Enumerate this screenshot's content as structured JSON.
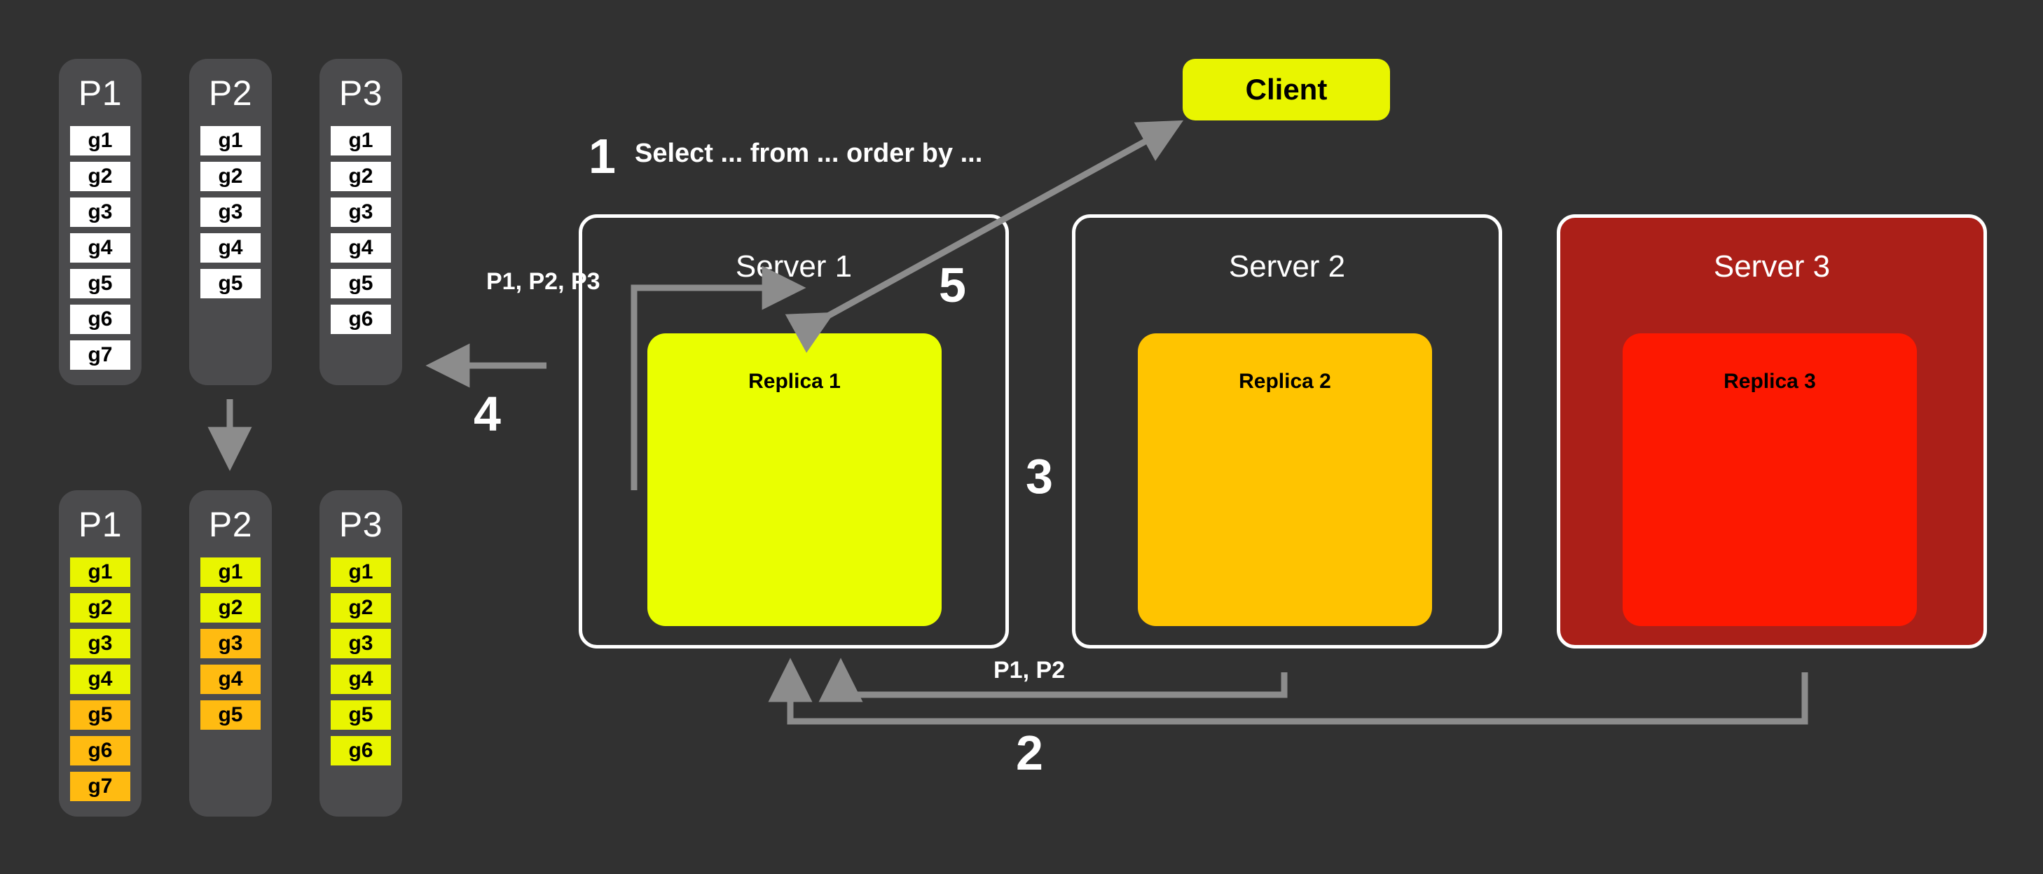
{
  "theme": {
    "background": "#313131",
    "panel": "#4b4b4d",
    "white": "#ffffff",
    "yellow": "#e9f500",
    "bright_yellow": "#eaff00",
    "orange": "#ffbb11",
    "amber": "#ffc400",
    "red": "#fd1800",
    "dark_red": "#ab1f18",
    "arrow": "#8c8c8c"
  },
  "partitions_before": [
    {
      "title": "P1",
      "cells": [
        {
          "label": "g1",
          "color": "white"
        },
        {
          "label": "g2",
          "color": "white"
        },
        {
          "label": "g3",
          "color": "white"
        },
        {
          "label": "g4",
          "color": "white"
        },
        {
          "label": "g5",
          "color": "white"
        },
        {
          "label": "g6",
          "color": "white"
        },
        {
          "label": "g7",
          "color": "white"
        }
      ]
    },
    {
      "title": "P2",
      "cells": [
        {
          "label": "g1",
          "color": "white"
        },
        {
          "label": "g2",
          "color": "white"
        },
        {
          "label": "g3",
          "color": "white"
        },
        {
          "label": "g4",
          "color": "white"
        },
        {
          "label": "g5",
          "color": "white"
        }
      ]
    },
    {
      "title": "P3",
      "cells": [
        {
          "label": "g1",
          "color": "white"
        },
        {
          "label": "g2",
          "color": "white"
        },
        {
          "label": "g3",
          "color": "white"
        },
        {
          "label": "g4",
          "color": "white"
        },
        {
          "label": "g5",
          "color": "white"
        },
        {
          "label": "g6",
          "color": "white"
        }
      ]
    }
  ],
  "partitions_after": [
    {
      "title": "P1",
      "cells": [
        {
          "label": "g1",
          "color": "yellow"
        },
        {
          "label": "g2",
          "color": "yellow"
        },
        {
          "label": "g3",
          "color": "yellow"
        },
        {
          "label": "g4",
          "color": "yellow"
        },
        {
          "label": "g5",
          "color": "orange"
        },
        {
          "label": "g6",
          "color": "orange"
        },
        {
          "label": "g7",
          "color": "orange"
        }
      ]
    },
    {
      "title": "P2",
      "cells": [
        {
          "label": "g1",
          "color": "yellow"
        },
        {
          "label": "g2",
          "color": "yellow"
        },
        {
          "label": "g3",
          "color": "orange"
        },
        {
          "label": "g4",
          "color": "orange"
        },
        {
          "label": "g5",
          "color": "orange"
        }
      ]
    },
    {
      "title": "P3",
      "cells": [
        {
          "label": "g1",
          "color": "yellow"
        },
        {
          "label": "g2",
          "color": "yellow"
        },
        {
          "label": "g3",
          "color": "yellow"
        },
        {
          "label": "g4",
          "color": "yellow"
        },
        {
          "label": "g5",
          "color": "yellow"
        },
        {
          "label": "g6",
          "color": "yellow"
        }
      ]
    }
  ],
  "client": {
    "label": "Client",
    "fill": "#e9f500"
  },
  "servers": [
    {
      "title": "Server 1",
      "replica": "Replica 1",
      "replica_fill": "#eaff00",
      "box_fill": "transparent"
    },
    {
      "title": "Server 2",
      "replica": "Replica 2",
      "replica_fill": "#ffc400",
      "box_fill": "transparent"
    },
    {
      "title": "Server 3",
      "replica": "Replica 3",
      "replica_fill": "#fd1800",
      "box_fill": "#ab1f18"
    }
  ],
  "steps": {
    "one": "1",
    "two": "2",
    "three": "3",
    "four": "4",
    "five": "5"
  },
  "labels": {
    "query": "Select ... from ... order by ...",
    "partitions_all": "P1, P2, P3",
    "partitions_p1p2": "P1, P2"
  }
}
